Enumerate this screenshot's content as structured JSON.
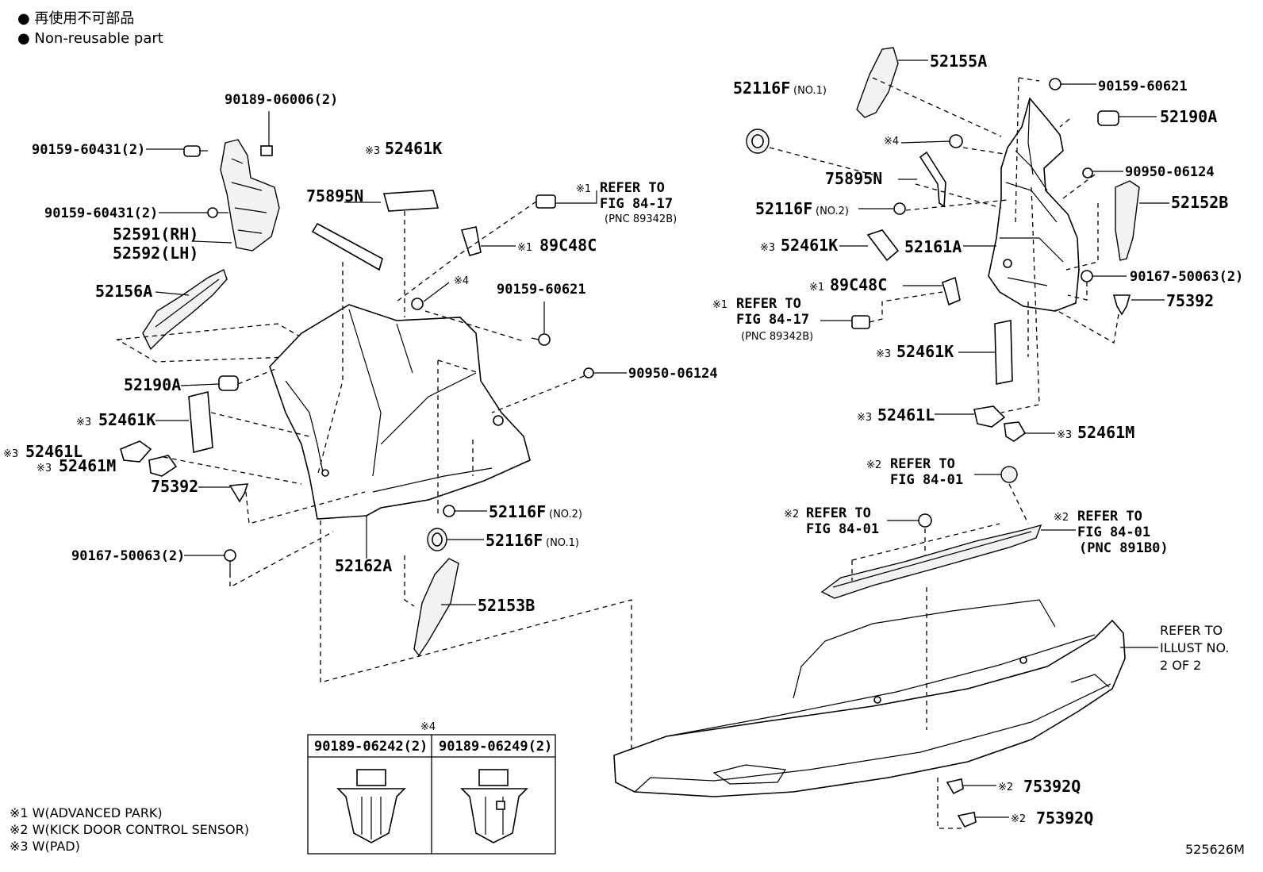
{
  "legend": {
    "jp": "● 再使用不可部品",
    "en": "● Non-reusable part"
  },
  "labels": {
    "p90189_06006": "90189-06006(2)",
    "p90159_60431_a": "90159-60431(2)",
    "p90159_60431_b": "90159-60431(2)",
    "p52591": "52591(RH)",
    "p52592": "52592(LH)",
    "p52156A": "52156A",
    "p52461K_top": "52461K",
    "p75895N_left": "75895N",
    "refer_1_left_a": "REFER TO",
    "refer_1_left_b": "FIG 84-17",
    "refer_1_left_c": "(PNC 89342B)",
    "p89C48C_left": "89C48C",
    "p90159_60621_left": "90159-60621",
    "p52190A_left": "52190A",
    "p90950_06124_left": "90950-06124",
    "p52461K_left": "52461K",
    "p52461L_left": "52461L",
    "p52461M_left": "52461M",
    "p75392_left": "75392",
    "p52116F_no2_left": "52116F",
    "no2": "(NO.2)",
    "p52116F_no1_left": "52116F",
    "no1": "(NO.1)",
    "p90167_50063_left": "90167-50063(2)",
    "p52162A": "52162A",
    "p52153B": "52153B",
    "p52155A": "52155A",
    "p52116F_no1_right": "52116F",
    "p90159_60621_right": "90159-60621",
    "p52190A_right": "52190A",
    "p75895N_right": "75895N",
    "p90950_06124_right": "90950-06124",
    "p52116F_no2_right": "52116F",
    "p52152B": "52152B",
    "p52461K_right_a": "52461K",
    "p52161A": "52161A",
    "p89C48C_right": "89C48C",
    "p90167_50063_right": "90167-50063(2)",
    "refer_1_right_a": "REFER TO",
    "refer_1_right_b": "FIG 84-17",
    "refer_1_right_c": "(PNC 89342B)",
    "p75392_right": "75392",
    "p52461K_right_b": "52461K",
    "p52461L_right": "52461L",
    "p52461M_right": "52461M",
    "refer_2_a1": "REFER TO",
    "refer_2_a2": "FIG 84-01",
    "refer_2_b1": "REFER TO",
    "refer_2_b2": "FIG 84-01",
    "refer_2_c1": "REFER TO",
    "refer_2_c2": "FIG 84-01",
    "refer_2_c3": "(PNC 891B0)",
    "refer_illust_1": "REFER TO",
    "refer_illust_2": "ILLUST NO.",
    "refer_illust_3": "2 OF 2",
    "p75392Q_a": "75392Q",
    "p75392Q_b": "75392Q",
    "mark1": "※1",
    "mark2": "※2",
    "mark3": "※3",
    "mark4": "※4",
    "table_mark": "※4",
    "table_col1": "90189-06242(2)",
    "table_col2": "90189-06249(2)",
    "footnote_1": "※1 W(ADVANCED PARK)",
    "footnote_2": "※2 W(KICK DOOR CONTROL SENSOR)",
    "footnote_3": "※3 W(PAD)",
    "drawing_id": "525626M"
  }
}
